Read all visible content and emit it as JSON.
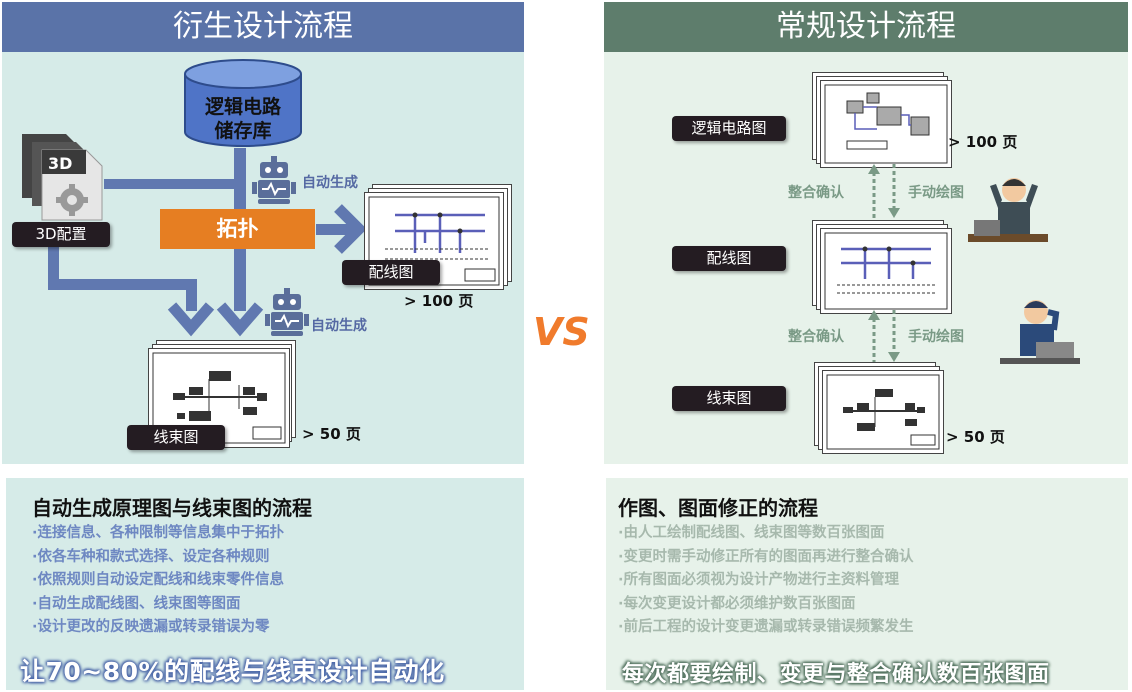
{
  "left": {
    "header": "衍生设计流程",
    "database": [
      "逻辑电路",
      "储存库"
    ],
    "config_tag": "3D配置",
    "config_icon_text": "3D",
    "topology": "拓扑",
    "auto_gen_1": "自动生成",
    "auto_gen_2": "自动生成",
    "wiring_tag": "配线图",
    "harness_tag": "线束图",
    "wiring_pages": "> 100 页",
    "harness_pages": "> 50 页",
    "summary": {
      "title": "自动生成原理图与线束图的流程",
      "items": [
        "·连接信息、各种限制等信息集中于拓扑",
        "·依各车种和款式选择、设定各种规则",
        "·依照规则自动设定配线和线束零件信息",
        "·自动生成配线图、线束图等图面",
        "·设计更改的反映遗漏或转录错误为零"
      ],
      "slogan": "让70~80%的配线与线束设计自动化"
    }
  },
  "vs": "VS",
  "right": {
    "header": "常规设计流程",
    "logic_tag": "逻辑电路图",
    "wiring_tag": "配线图",
    "harness_tag": "线束图",
    "logic_pages": "> 100 页",
    "harness_pages": "> 50 页",
    "confirm_1": "整合确认",
    "manual_1": "手动绘图",
    "confirm_2": "整合确认",
    "manual_2": "手动绘图",
    "summary": {
      "title": "作图、图面修正的流程",
      "items": [
        "·由人工绘制配线图、线束图等数百张图面",
        "·变更时需手动修正所有的图面再进行整合确认",
        "·所有图面必须视为设计产物进行主资料管理",
        "·每次变更设计都必须维护数百张图面",
        "·前后工程的设计变更遗漏或转录错误频繁发生"
      ],
      "slogan": "每次都要绘制、变更与整合确认数百张图面"
    }
  },
  "colors": {
    "left_header": "#5a73a8",
    "right_header": "#5e7d6c",
    "topology": "#e67e22",
    "vs": "#f07b2c"
  }
}
